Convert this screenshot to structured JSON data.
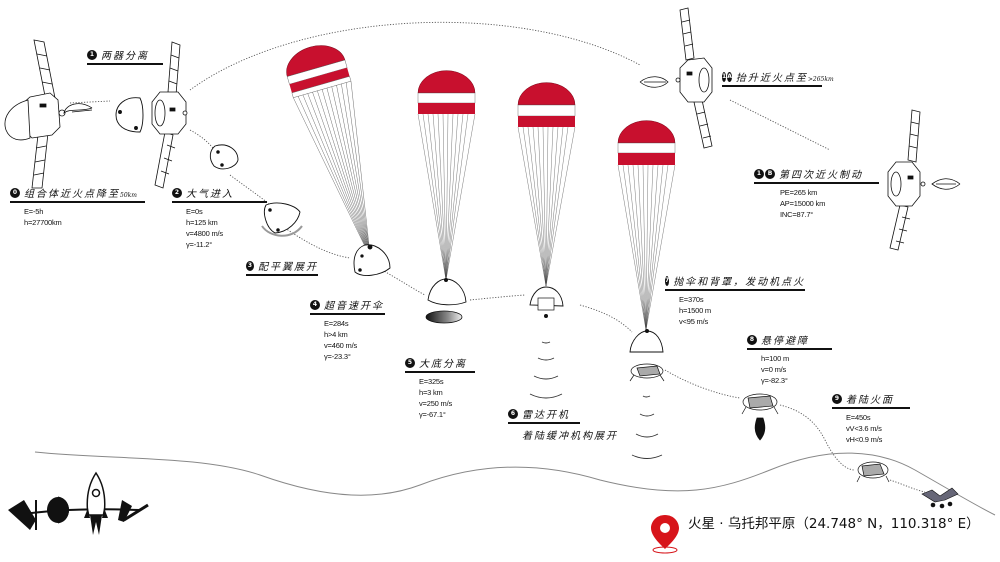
{
  "diagram": {
    "subject": "Mars landing sequence (EDL)",
    "accent_color": "#c8102e",
    "ink_color": "#111111"
  },
  "steps": [
    {
      "id": "0",
      "badge": [
        "0"
      ],
      "title": "组合体近火点降至",
      "title_suffix": "50km",
      "params": [
        "E=-5h",
        "h=27700km"
      ]
    },
    {
      "id": "1",
      "badge": [
        "1"
      ],
      "title": "两器分离",
      "params": []
    },
    {
      "id": "1A",
      "badge": [
        "1",
        "A"
      ],
      "title": "抬升近火点至",
      "title_suffix": ">265km",
      "params": []
    },
    {
      "id": "1B",
      "badge": [
        "1",
        "B"
      ],
      "title": "第四次近火制动",
      "params": [
        "PE=265 km",
        "AP=15000 km",
        "INC=87.7°"
      ]
    },
    {
      "id": "2",
      "badge": [
        "2"
      ],
      "title": "大气进入",
      "params": [
        "E=0s",
        "h=125 km",
        "v=4800 m/s",
        "γ=-11.2°"
      ]
    },
    {
      "id": "3",
      "badge": [
        "3"
      ],
      "title": "配平翼展开",
      "params": []
    },
    {
      "id": "4",
      "badge": [
        "4"
      ],
      "title": "超音速开伞",
      "params": [
        "E=284s",
        "h>4 km",
        "v=460 m/s",
        "γ=-23.3°"
      ]
    },
    {
      "id": "5",
      "badge": [
        "5"
      ],
      "title": "大底分离",
      "params": [
        "E=325s",
        "h=3 km",
        "v=250 m/s",
        "γ=-67.1°"
      ]
    },
    {
      "id": "6",
      "badge": [
        "6"
      ],
      "title": "雷达开机",
      "subtitle": "着陆缓冲机构展开",
      "params": []
    },
    {
      "id": "7",
      "badge": [
        "7"
      ],
      "title": "抛伞和背罩，发动机点火",
      "params": [
        "E=370s",
        "h=1500 m",
        "v<95 m/s"
      ]
    },
    {
      "id": "8",
      "badge": [
        "8"
      ],
      "title": "悬停避障",
      "params": [
        "h=100 m",
        "v=0 m/s",
        "γ=-82.3°"
      ]
    },
    {
      "id": "9",
      "badge": [
        "9"
      ],
      "title": "着陆火面",
      "params": [
        "E=450s",
        "vV<3.6 m/s",
        "vH<0.9 m/s"
      ]
    }
  ],
  "location": {
    "icon": "map-pin-icon",
    "text": "火星 · 乌托邦平原（24.748° N，110.318° E）",
    "pin_color": "#d7141a"
  },
  "logo": {
    "icon": "rocket-logo-icon"
  }
}
